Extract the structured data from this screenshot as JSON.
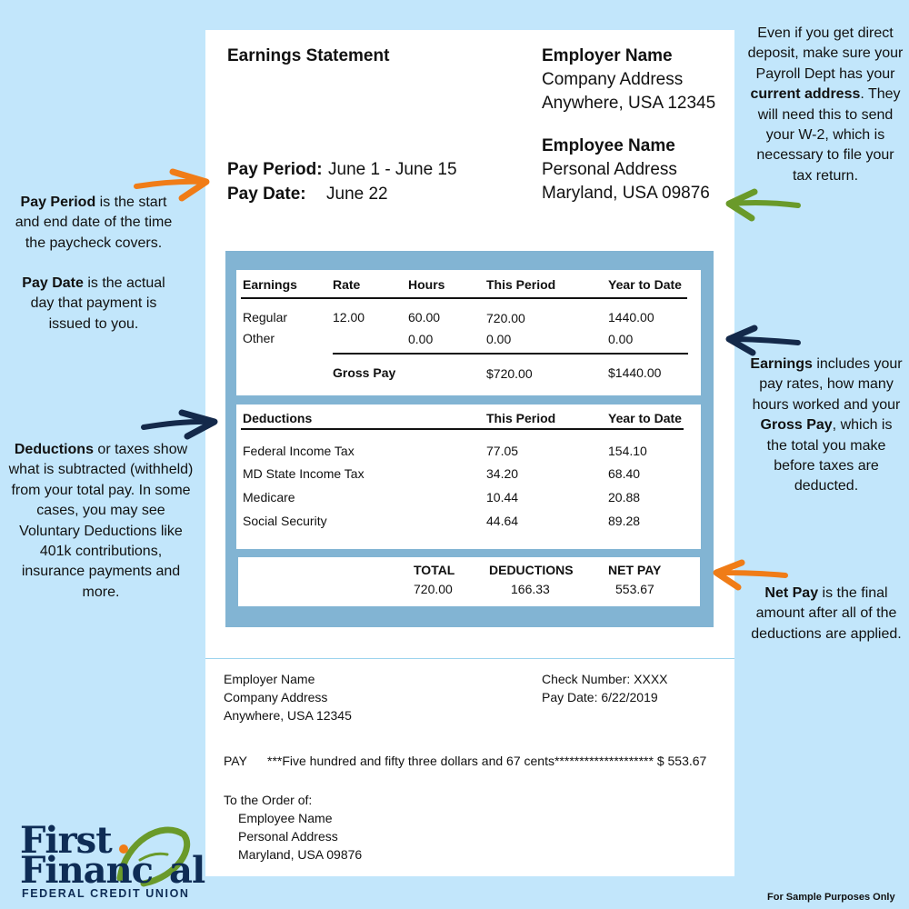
{
  "colors": {
    "background": "#c2e6fb",
    "table_frame": "#82b4d3",
    "orange_arrow": "#f07c17",
    "green_arrow": "#6a9a2a",
    "navy_arrow": "#14294a",
    "logo_navy": "#0e2c55",
    "logo_green": "#6a9a2a",
    "logo_orange": "#f07c17"
  },
  "statement": {
    "title": "Earnings Statement",
    "employer": {
      "name": "Employer Name",
      "address1": "Company Address",
      "address2": "Anywhere, USA 12345"
    },
    "employee": {
      "name": "Employee Name",
      "address1": "Personal Address",
      "address2": "Maryland, USA 09876"
    },
    "pay_period_label": "Pay Period:",
    "pay_period_value": "June 1 - June 15",
    "pay_date_label": "Pay Date:",
    "pay_date_value": "June 22"
  },
  "earnings": {
    "headers": {
      "item": "Earnings",
      "rate": "Rate",
      "hours": "Hours",
      "period": "This Period",
      "ytd": "Year to Date"
    },
    "rows": [
      {
        "item": "Regular",
        "rate": "12.00",
        "hours": "60.00",
        "period": "720.00",
        "ytd": "1440.00"
      },
      {
        "item": "Other",
        "rate": "",
        "hours": "0.00",
        "period": "0.00",
        "ytd": "0.00"
      }
    ],
    "gross": {
      "label": "Gross Pay",
      "period": "$720.00",
      "ytd": "$1440.00"
    }
  },
  "deductions": {
    "headers": {
      "item": "Deductions",
      "period": "This Period",
      "ytd": "Year to Date"
    },
    "rows": [
      {
        "item": "Federal Income Tax",
        "period": "77.05",
        "ytd": "154.10"
      },
      {
        "item": "MD State Income Tax",
        "period": "34.20",
        "ytd": "68.40"
      },
      {
        "item": "Medicare",
        "period": "10.44",
        "ytd": "20.88"
      },
      {
        "item": "Social Security",
        "period": "44.64",
        "ytd": "89.28"
      }
    ]
  },
  "totals": {
    "total_label": "TOTAL",
    "total_value": "720.00",
    "deductions_label": "DEDUCTIONS",
    "deductions_value": "166.33",
    "net_label": "NET PAY",
    "net_value": "553.67"
  },
  "check": {
    "employer_name": "Employer Name",
    "employer_address1": "Company Address",
    "employer_address2": "Anywhere, USA 12345",
    "check_number": "Check Number: XXXX",
    "pay_date": "Pay Date: 6/22/2019",
    "pay_label": "PAY",
    "pay_text": "***Five hundred and fifty three dollars and 67 cents******************** $ 553.67",
    "order_label": "To the Order of:",
    "payee_name": "Employee Name",
    "payee_address1": "Personal Address",
    "payee_address2": "Maryland, USA 09876"
  },
  "notes": {
    "pay_period": {
      "term": "Pay Period",
      "text": " is the start and end date of the time the paycheck covers."
    },
    "pay_date": {
      "term": "Pay Date",
      "text": " is the actual day that payment is issued to you."
    },
    "deductions": {
      "term": "Deductions",
      "text": " or taxes show what is subtracted (withheld) from your total pay. In some cases, you may see Voluntary Deductions like 401k contributions, insurance payments and more."
    },
    "address": {
      "pre": "Even if you get direct deposit, make sure your Payroll Dept has your ",
      "term": "current address",
      "post": ". They will need this to send your W-2, which is necessary to file your tax return."
    },
    "earnings": {
      "term": "Earnings",
      "text1": " includes your pay rates, how many hours worked and your ",
      "term2": "Gross Pay",
      "text2": ", which is the total you make before taxes are deducted."
    },
    "net_pay": {
      "term": "Net Pay",
      "text": " is the final amount after all of the deductions are applied."
    }
  },
  "logo": {
    "line1": "First",
    "line2a": "Financ",
    "line2b": "al",
    "subtitle": "FEDERAL CREDIT UNION"
  },
  "footer": "For Sample Purposes Only"
}
